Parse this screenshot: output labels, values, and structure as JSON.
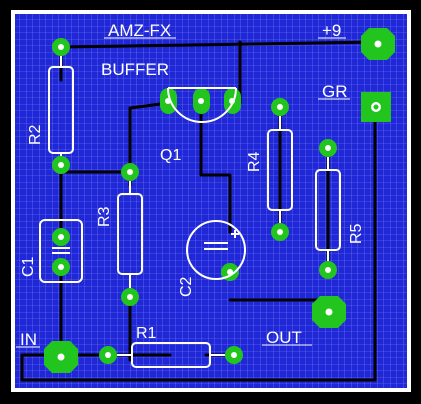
{
  "title": "AMZ-FX",
  "subtitle": "BUFFER",
  "labels": {
    "supply": "+9",
    "ground": "GR",
    "input": "IN",
    "output": "OUT"
  },
  "components": {
    "r1": "R1",
    "r2": "R2",
    "r3": "R3",
    "r4": "R4",
    "r5": "R5",
    "c1": "C1",
    "c2": "C2",
    "q1": "Q1"
  },
  "colors": {
    "board": "#1f27d6",
    "grid": "#9aa6ff",
    "border": "#ffffff",
    "trace": "#000000",
    "pad": "#22c51d",
    "component": "#ffffff"
  }
}
